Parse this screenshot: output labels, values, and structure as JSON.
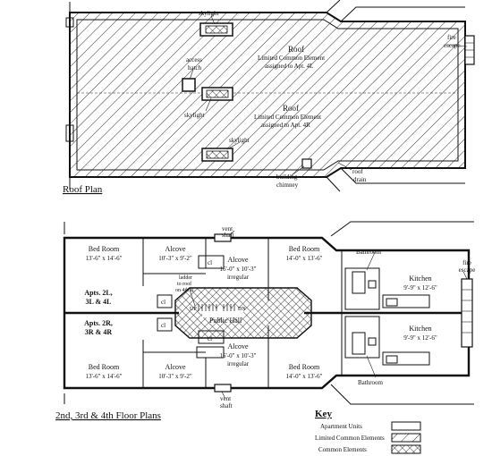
{
  "roof_plan": {
    "title": "Roof Plan",
    "labels": {
      "skylight": "skylight",
      "access_hatch_1": "access",
      "access_hatch_2": "hatch",
      "roof": "Roof",
      "limited_common": "Limited Common Element",
      "assigned_4l": "assigned to Apt. 4L",
      "assigned_4r": "assigned to Apt. 4R",
      "fire_escape_1": "fire",
      "fire_escape_2": "escape",
      "building_1": "building",
      "building_2": "chimney",
      "roof_drain_1": "roof",
      "roof_drain_2": "drain"
    }
  },
  "floor_plan": {
    "title": "2nd, 3rd & 4th Floor Plans",
    "rooms": {
      "bedroom_label": "Bed Room",
      "bedroom_tl_dim": "13'-6\" x 14'-6\"",
      "bedroom_tr_dim": "14'-0\" x 13'-6\"",
      "bedroom_bl_dim": "13'-6\" x 14'-6\"",
      "bedroom_br_dim": "14'-0\" x 13'-6\"",
      "alcove_label": "Alcove",
      "alcove_small_dim": "10'-3\" x 9'-2\"",
      "alcove_big_dim": "16'-0\" x 10'-3\"",
      "irregular": "irregular",
      "kitchen_label": "Kitchen",
      "kitchen_dim": "9'-9\" x 12'-6\"",
      "bathroom_label": "Bathroom",
      "public_hall": "Public Hall",
      "vent_1": "vent",
      "vent_2": "shaft",
      "fire_escape_1": "fire",
      "fire_escape_2": "escape",
      "cl": "cl",
      "up": "UP",
      "dn": "DN",
      "ladder_1": "ladder",
      "ladder_2": "to roof",
      "ladder_3": "on 4th fl.",
      "apts_l_1": "Apts. 2L,",
      "apts_l_2": "3L & 4L",
      "apts_r_1": "Apts. 2R,",
      "apts_r_2": "3R & 4R"
    }
  },
  "key": {
    "title": "Key",
    "items": [
      {
        "label": "Apartment Units",
        "pattern": "blank"
      },
      {
        "label": "Limited Common Elements",
        "pattern": "hatch"
      },
      {
        "label": "Common Elements",
        "pattern": "crosshatch"
      }
    ]
  }
}
